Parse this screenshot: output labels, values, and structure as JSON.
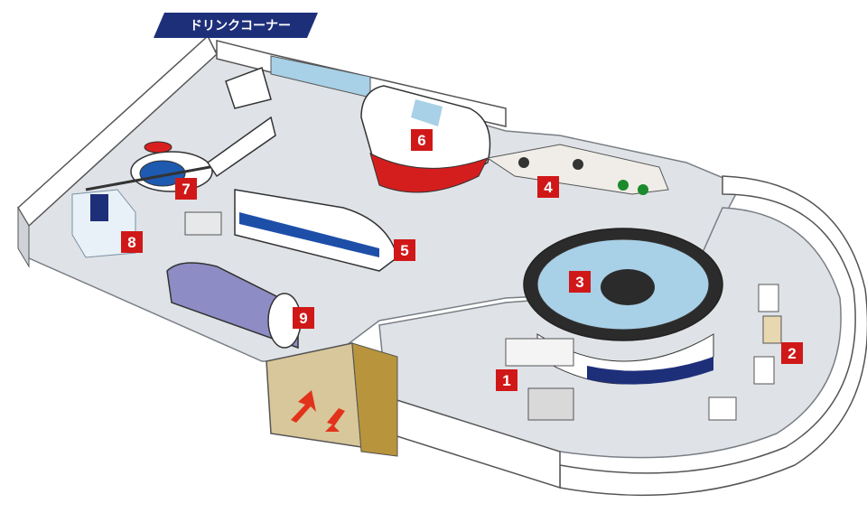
{
  "banner": {
    "label": "ドリンクコーナー"
  },
  "markers": [
    {
      "id": "1",
      "label": "1"
    },
    {
      "id": "2",
      "label": "2"
    },
    {
      "id": "3",
      "label": "3"
    },
    {
      "id": "4",
      "label": "4"
    },
    {
      "id": "5",
      "label": "5"
    },
    {
      "id": "6",
      "label": "6"
    },
    {
      "id": "7",
      "label": "7"
    },
    {
      "id": "8",
      "label": "8"
    },
    {
      "id": "9",
      "label": "9"
    }
  ],
  "colors": {
    "marker": "#d01818",
    "banner": "#1e2f7a",
    "floor": "#dde0e3",
    "water": "#a8d0e6",
    "arrow": "#e2321c"
  },
  "icons": [
    "entrance-arrow-icon",
    "exit-arrow-icon"
  ]
}
